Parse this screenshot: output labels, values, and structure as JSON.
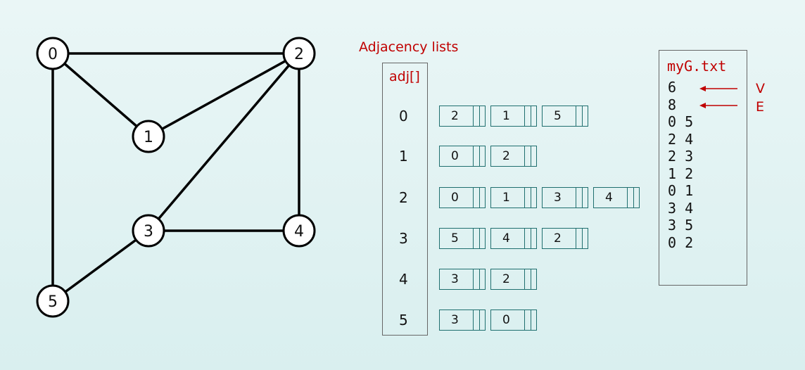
{
  "graph": {
    "vertices": [
      "0",
      "1",
      "2",
      "3",
      "4",
      "5"
    ],
    "edges": [
      [
        0,
        5
      ],
      [
        2,
        4
      ],
      [
        2,
        3
      ],
      [
        1,
        2
      ],
      [
        0,
        1
      ],
      [
        3,
        4
      ],
      [
        3,
        5
      ],
      [
        0,
        2
      ]
    ]
  },
  "adjacency": {
    "title": "Adjacency lists",
    "array_label": "adj[]",
    "rows": [
      {
        "vertex": "0",
        "neighbors": [
          "2",
          "1",
          "5"
        ]
      },
      {
        "vertex": "1",
        "neighbors": [
          "0",
          "2"
        ]
      },
      {
        "vertex": "2",
        "neighbors": [
          "0",
          "1",
          "3",
          "4"
        ]
      },
      {
        "vertex": "3",
        "neighbors": [
          "5",
          "4",
          "2"
        ]
      },
      {
        "vertex": "4",
        "neighbors": [
          "3",
          "2"
        ]
      },
      {
        "vertex": "5",
        "neighbors": [
          "3",
          "0"
        ]
      }
    ]
  },
  "file": {
    "title": "myG.txt",
    "lines": [
      "6",
      "8",
      "0 5",
      "2 4",
      "2 3",
      "1 2",
      "0 1",
      "3 4",
      "3 5",
      "0 2"
    ],
    "v_label": "V",
    "e_label": "E"
  },
  "colors": {
    "accent": "#c00000",
    "cell_border": "#1f6f6f"
  }
}
